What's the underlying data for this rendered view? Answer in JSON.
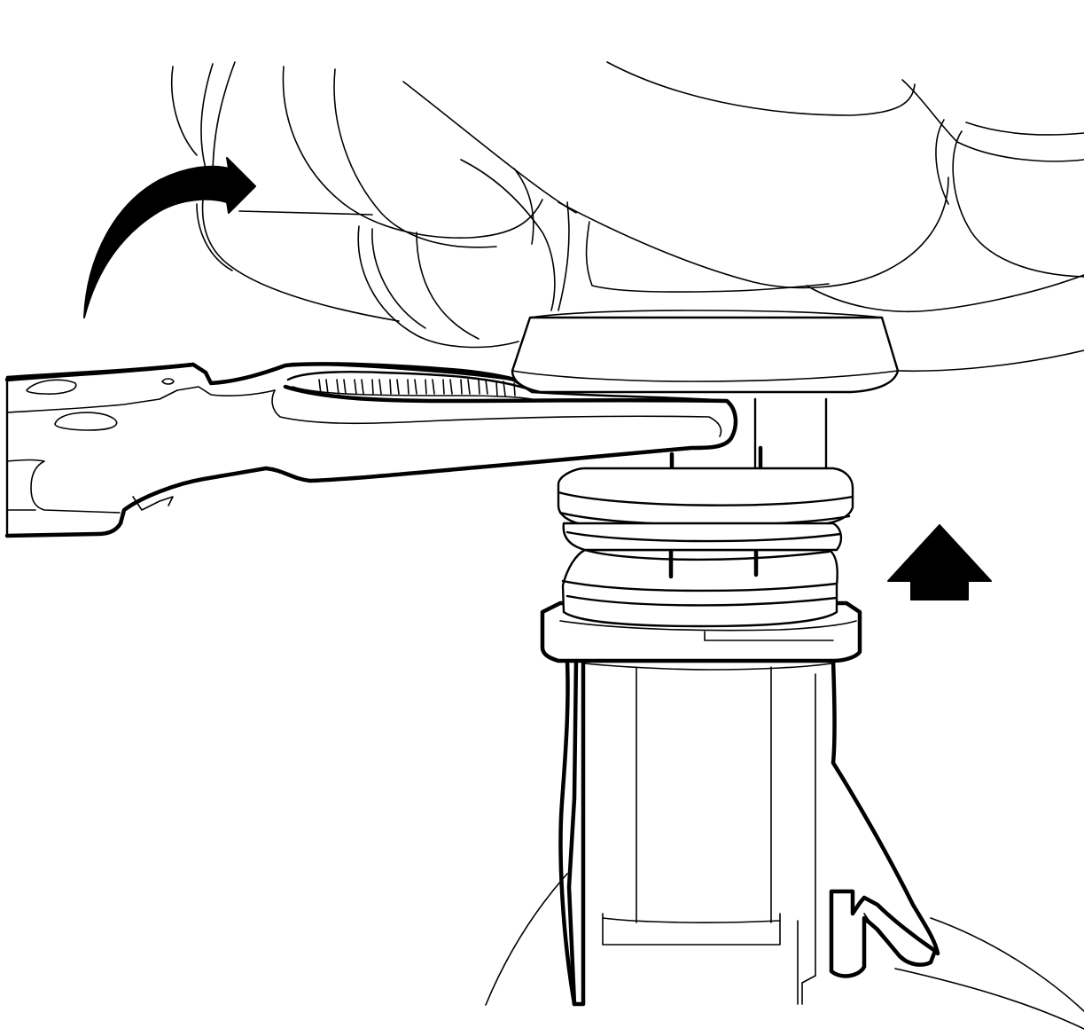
{
  "diagram": {
    "type": "service-procedure-illustration",
    "components": [
      {
        "name": "upper-body-housing",
        "icon": "housing"
      },
      {
        "name": "hex-collar",
        "icon": "hex-nut"
      },
      {
        "name": "adjustable-wrench",
        "icon": "wrench"
      },
      {
        "name": "threaded-sleeve",
        "icon": "thread"
      },
      {
        "name": "lock-ring",
        "icon": "ring"
      },
      {
        "name": "support-post",
        "icon": "post"
      },
      {
        "name": "bracket-clip",
        "icon": "clip"
      }
    ],
    "indicators": [
      {
        "name": "rotation-arrow",
        "direction": "clockwise",
        "color": "#000000"
      },
      {
        "name": "upward-arrow",
        "direction": "up",
        "color": "#000000"
      }
    ],
    "colors": {
      "line": "#000000",
      "background": "#ffffff"
    }
  }
}
